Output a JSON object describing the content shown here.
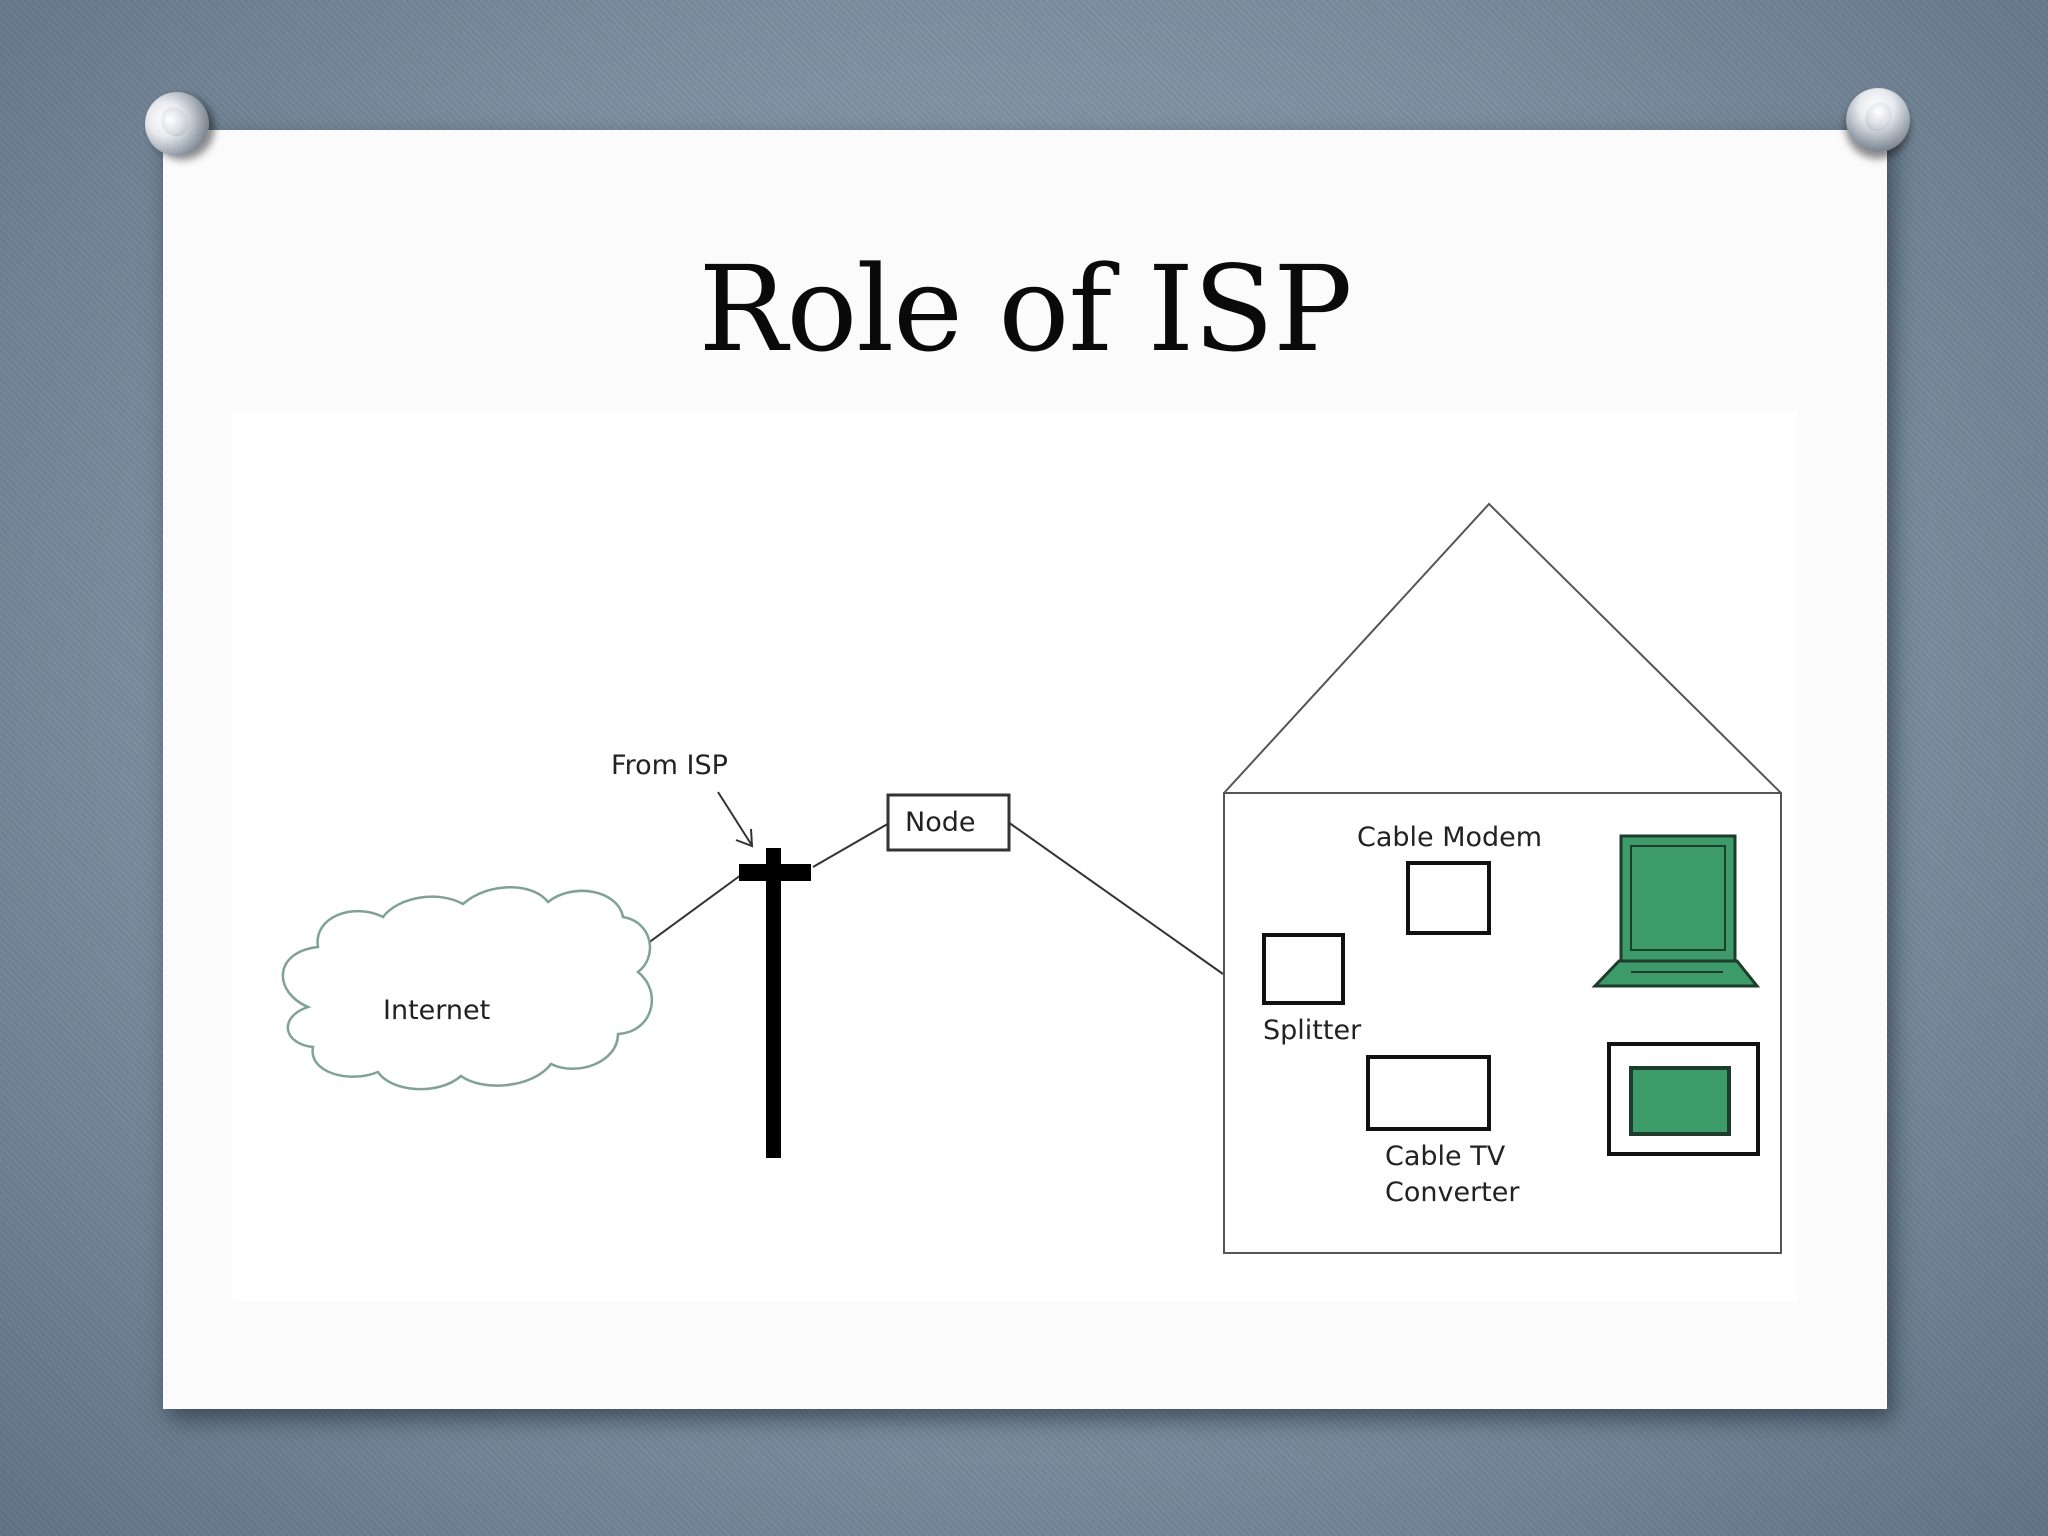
{
  "slide": {
    "title": "Role of ISP"
  },
  "diagram": {
    "labels": {
      "from_isp": "From ISP",
      "internet": "Internet",
      "node": "Node",
      "cable_modem": "Cable Modem",
      "splitter": "Splitter",
      "cable_tv_line1": "Cable TV",
      "cable_tv_line2": "Converter"
    },
    "colors": {
      "device_green": "#3d9b6a",
      "line": "#333333",
      "cloud_outline": "#7fa294"
    },
    "icons": {
      "laptop": "laptop-icon",
      "tv": "tv-icon",
      "pole": "utility-pole-icon",
      "cloud": "cloud-icon",
      "house": "house-icon"
    }
  }
}
